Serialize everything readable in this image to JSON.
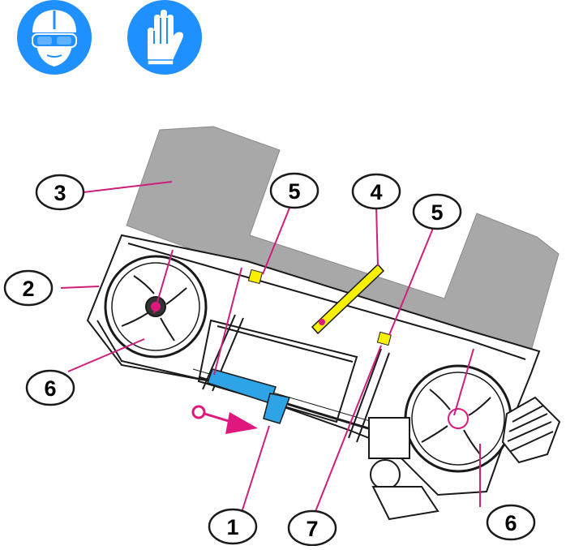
{
  "safety_signs": [
    {
      "name": "safety-goggles-helmet-icon"
    },
    {
      "name": "protective-gloves-icon"
    }
  ],
  "callouts": [
    {
      "id": "1",
      "label": "1"
    },
    {
      "id": "2",
      "label": "2"
    },
    {
      "id": "3",
      "label": "3"
    },
    {
      "id": "4",
      "label": "4"
    },
    {
      "id": "5a",
      "label": "5"
    },
    {
      "id": "5b",
      "label": "5"
    },
    {
      "id": "6a",
      "label": "6"
    },
    {
      "id": "6b",
      "label": "6"
    },
    {
      "id": "7",
      "label": "7"
    }
  ],
  "colors": {
    "sign_blue": "#1e90ff",
    "leader_magenta": "#cc1f7a",
    "workpiece_gray": "#a8a8a8",
    "guide_yellow": "#f7f000",
    "vise_blue": "#2ea3e6",
    "arrow_magenta": "#e0187e",
    "outline": "#1a1a1a"
  }
}
